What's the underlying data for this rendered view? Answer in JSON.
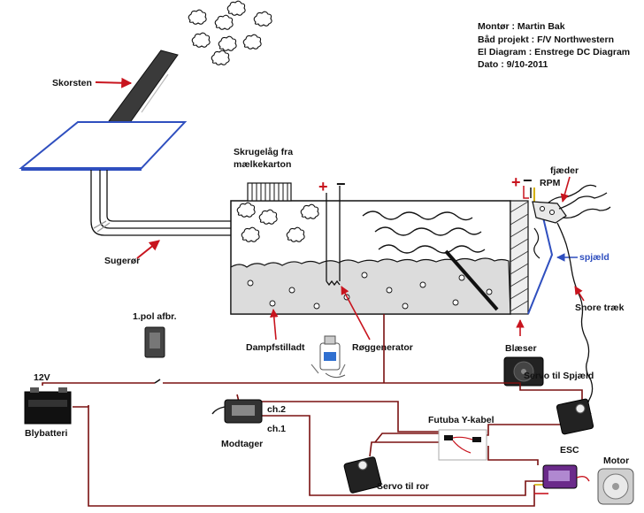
{
  "info": {
    "montor": "Montør : Martin Bak",
    "projekt": "Båd projekt : F/V Northwestern",
    "diagram": "El Diagram : Enstrege DC Diagram",
    "dato": "Dato : 9/10-2011"
  },
  "labels": {
    "skorsten": "Skorsten",
    "skrugelag_line1": "Skrugelåg fra",
    "skrugelag_line2": "mælkekarton",
    "sugeror": "Sugerør",
    "plus": "+",
    "minus": "−",
    "rpm": "RPM",
    "fjaeder": "fjæder",
    "spjaeld": "spjæld",
    "snore": "Snore træk",
    "blaeser": "Blæser",
    "pol": "1.pol afbr.",
    "dampf": "Dampfstilladt",
    "roeg": "Røggenerator",
    "v12": "12V",
    "bly": "Blybatteri",
    "ch2": "ch.2",
    "ch1": "ch.1",
    "modtager": "Modtager",
    "futuba": "Futuba Y-kabel",
    "servo_spjaeld": "Servo til Spjæld",
    "servo_ror": "Servo til ror",
    "esc": "ESC",
    "motor": "Motor"
  },
  "colors": {
    "blue": "#2f4fbf",
    "red": "#c8141e",
    "wire": "#7a1010",
    "black": "#111111",
    "smoke": "#d9d9d9"
  }
}
